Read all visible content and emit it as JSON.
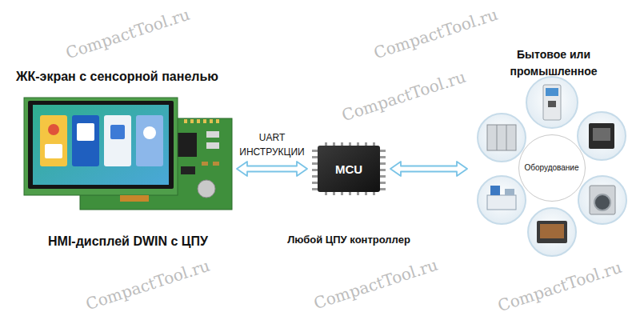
{
  "diagram": {
    "nodes": [
      {
        "text": [
          "ЖК-экран с сенсорной панелью",
          "HMI-дисплей DWIN с ЦПУ"
        ]
      },
      {
        "text": [
          "MCU",
          "Любой ЦПУ контроллер"
        ]
      },
      {
        "text": [
          "Бытовое или промышленное"
        ]
      },
      {
        "text": [
          "Оборудование"
        ],
        "in": 2
      }
    ],
    "edges": [
      {
        "from": 0,
        "to": 1,
        "label": "UART ИНСТРУКЦИИ",
        "arrow": "both"
      },
      {
        "from": 1,
        "to": 2,
        "arrow": "both"
      }
    ],
    "labels": [
      "CompactTool.ru",
      "CompactTool.ru",
      "CompactTool.ru",
      "CompactTool.ru",
      "CompactTool.ru",
      "CompactTool.ru"
    ]
  }
}
